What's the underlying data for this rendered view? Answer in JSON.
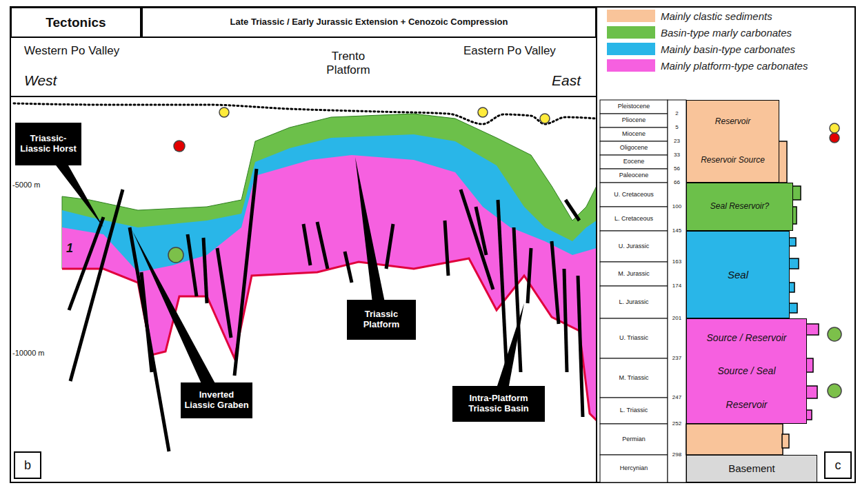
{
  "diagram": {
    "nodes": [
      {
        "text": [
          "Tectonics"
        ]
      },
      {
        "text": [
          "Late Triassic / Early Jurassic Extension + Cenozoic Compression"
        ]
      },
      {
        "text": [
          "Triassic-Liassic Horst"
        ]
      },
      {
        "text": [
          "Inverted Liassic Graben"
        ]
      },
      {
        "text": [
          "Triassic Platform"
        ]
      },
      {
        "text": [
          "Intra-Platform Triassic Basin"
        ]
      },
      {
        "text": [
          "b"
        ]
      },
      {
        "text": [
          "Reservoir",
          "Reservoir Source"
        ]
      },
      {
        "text": [
          "Seal Reservoir?"
        ]
      },
      {
        "text": [
          "Seal"
        ]
      },
      {
        "text": [
          "Source / Reservoir",
          "Source / Seal",
          "Reservoir"
        ]
      },
      {
        "text": [
          "Basement"
        ]
      },
      {
        "text": [
          "c"
        ]
      }
    ],
    "labels": [
      "Western Po Valley",
      "West",
      "Trento Platform",
      "Eastern Po Valley",
      "East",
      "-5000 m",
      "-10000 m",
      "1",
      "Pleistocene",
      "Pliocene",
      "Miocene",
      "Oligocene",
      "Eocene",
      "Paleocene",
      "U. Cretaceous",
      "L. Cretaceous",
      "U. Jurassic",
      "M. Jurassic",
      "L. Jurassic",
      "U. Triassic",
      "M. Triassic",
      "L. Triassic",
      "Permian",
      "Hercynian",
      "2",
      "5",
      "23",
      "33",
      "56",
      "66",
      "100",
      "145",
      "163",
      "174",
      "201",
      "237",
      "247",
      "252",
      "298"
    ],
    "legend": [
      {
        "text": "Mainly clastic sediments",
        "color": "#f9c49a"
      },
      {
        "text": "Basin-type marly carbonates",
        "color": "#6cc04a"
      },
      {
        "text": "Mainly basin-type carbonates",
        "color": "#29b6e8"
      },
      {
        "text": "Mainly platform-type carbonates",
        "color": "#f660e0"
      }
    ]
  }
}
